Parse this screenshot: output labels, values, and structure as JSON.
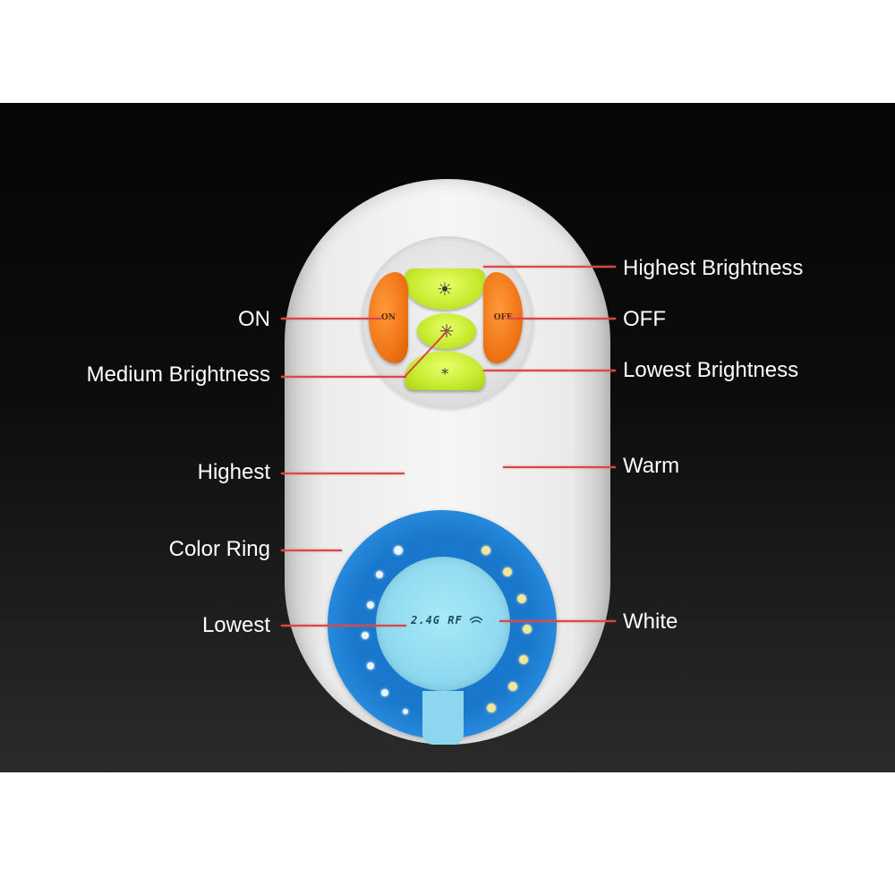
{
  "labels": {
    "highest_brightness": "Highest Brightness",
    "on": "ON",
    "off": "OFF",
    "medium_brightness": "Medium Brightness",
    "lowest_brightness": "Lowest Brightness",
    "highest": "Highest",
    "warm": "Warm",
    "color_ring": "Color Ring",
    "lowest": "Lowest",
    "white": "White"
  },
  "remote": {
    "on_button": "ON",
    "off_button": "OFF",
    "rf_text": "2.4G RF"
  },
  "icons": {
    "sun_large": "☀",
    "sun_medium": "✳",
    "sun_small": "∗"
  },
  "colors": {
    "background": "#0a0a0a",
    "leader_line": "#d44a4a",
    "green_button": "#c6ea2d",
    "orange_button": "#f07515",
    "ring_blue": "#1a78cc",
    "ring_center": "#8fdaf0"
  }
}
